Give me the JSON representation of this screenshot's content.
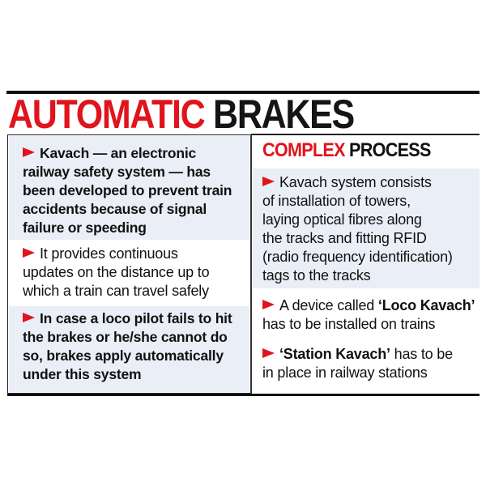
{
  "headline": {
    "red": "AUTOMATIC",
    "black": "BRAKES"
  },
  "left_panel": {
    "items": [
      {
        "bold": true,
        "lines": [
          "Kavach — an electronic",
          "railway safety system — has",
          "been developed to prevent train",
          "accidents because of signal",
          "failure or speeding"
        ]
      },
      {
        "bold": false,
        "lines": [
          "It provides continuous",
          "updates on the distance up to",
          "which a train can travel safely"
        ]
      },
      {
        "bold": true,
        "lines": [
          "In case a loco pilot fails to hit",
          "the brakes or he/she cannot do",
          "so, brakes apply automatically",
          "under this system"
        ]
      }
    ]
  },
  "right_panel": {
    "heading": {
      "red": "COMPLEX",
      "black": "PROCESS"
    },
    "item1": {
      "lines": [
        "Kavach system consists",
        "of installation of towers,",
        "laying optical fibres along",
        "the tracks and fitting RFID",
        "(radio frequency identification)",
        "tags to the tracks"
      ]
    },
    "item2": {
      "pre": "A device called ",
      "bold": "‘Loco Kavach’",
      "line2": "has to be installed on trains"
    },
    "item3": {
      "bold": "‘Station Kavach’",
      "post": " has to be",
      "line2": "in place in railway stations"
    }
  },
  "colors": {
    "accent_red": "#e0141c",
    "shade": "#eaeef7",
    "text": "#111111"
  }
}
